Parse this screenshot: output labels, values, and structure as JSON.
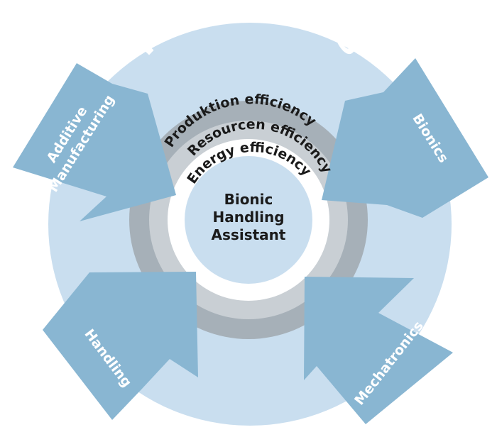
{
  "title": "Pneumatics",
  "rings": {
    "outer": "Produktion efficiency",
    "middle": "Resourcen efficiency",
    "inner": "Energy efficiency"
  },
  "center": {
    "line1": "Bionic",
    "line2": "Handling",
    "line3": "Assistant"
  },
  "arrows": {
    "top_left": {
      "line1": "Additive",
      "line2": "Manufacturing"
    },
    "top_right": "Bionics",
    "bottom_left": "Handling",
    "bottom_right": "Mechatronics"
  },
  "colors": {
    "outer_circle": "#c9deef",
    "ring_dark": "#a6b0b8",
    "ring_light": "#c9cfd4",
    "ring_white": "#ffffff",
    "center_circle": "#c9deef",
    "arrow": "#89b6d2"
  }
}
